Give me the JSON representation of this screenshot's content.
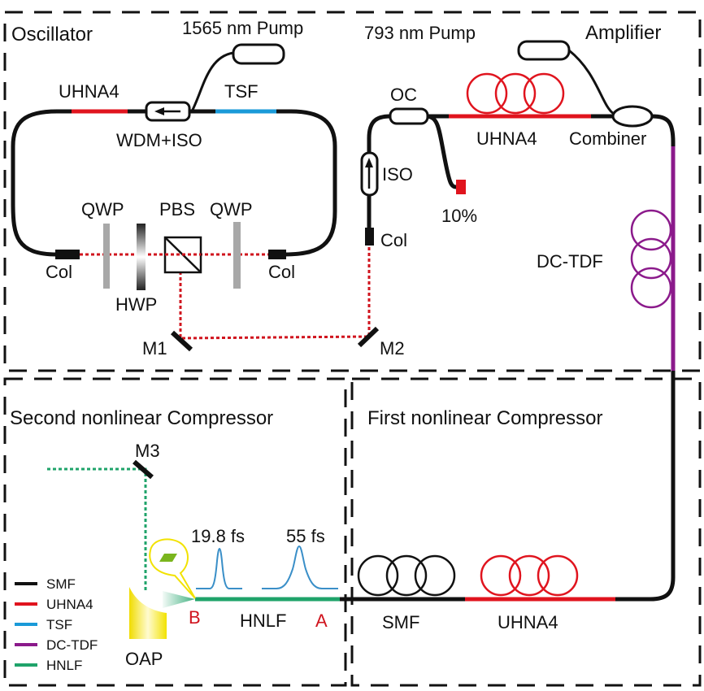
{
  "sections": {
    "oscillator": "Oscillator",
    "amplifier": "Amplifier",
    "second_compressor": "Second nonlinear Compressor",
    "first_compressor": "First nonlinear Compressor"
  },
  "labels": {
    "pump_1565": "1565 nm Pump",
    "pump_793": "793 nm Pump",
    "uhna4_osc": "UHNA4",
    "tsf": "TSF",
    "wdm_iso": "WDM+ISO",
    "qwp_left": "QWP",
    "pbs": "PBS",
    "qwp_right": "QWP",
    "hwp": "HWP",
    "col_left": "Col",
    "col_right": "Col",
    "col_amp": "Col",
    "m1": "M1",
    "m2": "M2",
    "m3": "M3",
    "oc": "OC",
    "iso": "ISO",
    "ten_percent": "10%",
    "uhna4_amp": "UHNA4",
    "combiner": "Combiner",
    "dc_tdf": "DC-TDF",
    "smf_comp": "SMF",
    "uhna4_comp": "UHNA4",
    "hnlf": "HNLF",
    "point_a": "A",
    "point_b": "B",
    "oap": "OAP",
    "pulse_short": "19.8 fs",
    "pulse_long": "55 fs"
  },
  "legend": [
    {
      "label": "SMF",
      "color": "#111111"
    },
    {
      "label": "UHNA4",
      "color": "#e0141e"
    },
    {
      "label": "TSF",
      "color": "#1a9ad8"
    },
    {
      "label": "DC-TDF",
      "color": "#8b1a8b"
    },
    {
      "label": "HNLF",
      "color": "#1fa36a"
    }
  ],
  "colors": {
    "smf": "#111111",
    "uhna4": "#e0141e",
    "tsf": "#1a9ad8",
    "dc_tdf": "#8b1a8b",
    "hnlf": "#1fa36a",
    "red_label": "#d0141e",
    "pulse": "#3a8fc8",
    "oap": "#f2e200"
  }
}
